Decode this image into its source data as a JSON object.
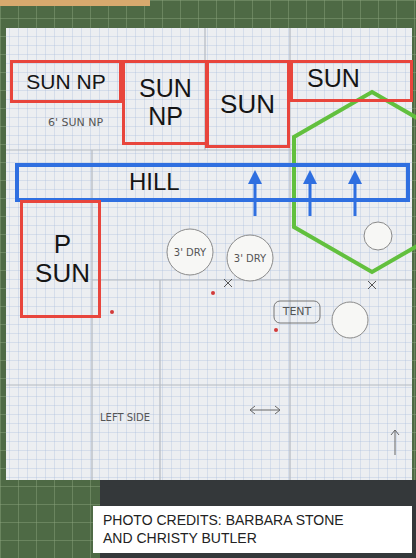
{
  "diagram": {
    "caption": "PHOTO CREDITS: BARBARA STONE AND CHRISTY BUTLER",
    "nodes": [
      {
        "text": [
          "SUN NP"
        ]
      },
      {
        "text": [
          "SUN NP"
        ]
      },
      {
        "text": [
          "SUN"
        ]
      },
      {
        "text": [
          "SUN"
        ]
      },
      {
        "text": [
          "HILL"
        ]
      },
      {
        "text": [
          "P SUN"
        ]
      }
    ],
    "labels": [
      "6' SUN NP",
      "3' DRY",
      "3' DRY",
      "TENT",
      "LEFT SIDE"
    ]
  }
}
